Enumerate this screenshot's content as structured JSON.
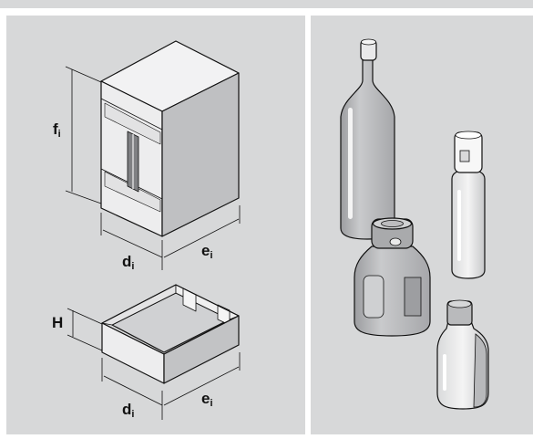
{
  "figure": {
    "panel_left": {
      "carton": {
        "height_label": {
          "main": "f",
          "sub": "i"
        },
        "depth_label": {
          "main": "d",
          "sub": "i"
        },
        "width_label": {
          "main": "e",
          "sub": "i"
        }
      },
      "tray": {
        "height_label": {
          "main": "H"
        },
        "depth_label": {
          "main": "d",
          "sub": "i"
        },
        "width_label": {
          "main": "e",
          "sub": "i"
        }
      }
    },
    "panel_right": {
      "items": [
        "wine-bottle",
        "spray-bottle",
        "jar",
        "flask-bottle"
      ]
    },
    "colors": {
      "panel_bg": "#d7d8d9",
      "carton_front": "#eeeeef",
      "carton_side": "#bdbec0",
      "bottle_fill": "#b8b9bb",
      "outline": "#111111"
    }
  }
}
